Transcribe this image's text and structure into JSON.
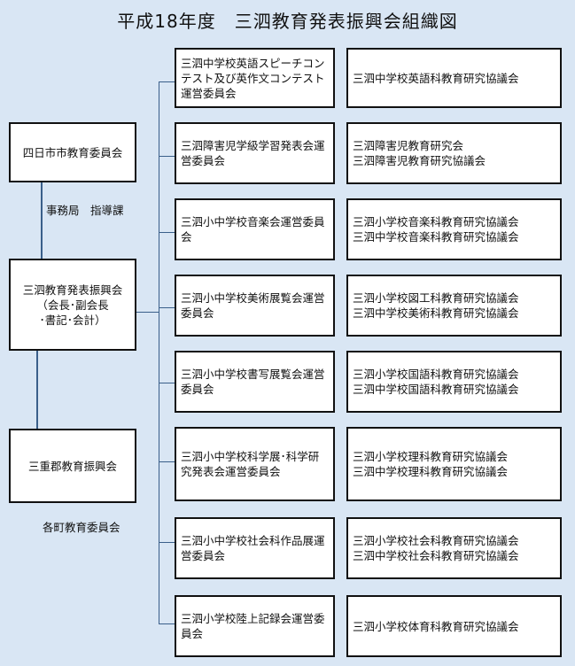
{
  "title": "平成18年度　三泗教育発表振興会組織図",
  "left": {
    "top_box": "四日市市教育委員会",
    "top_note": "事務局　指導課",
    "center_box": "三泗教育発表振興会\n（会長･副会長\n･書記･会計）",
    "bottom_box": "三重郡教育振興会",
    "bottom_note": "各町教育委員会"
  },
  "rows": [
    {
      "committee": "三泗中学校英語スピーチコンテスト及び英作文コンテスト運営委員会",
      "council": "三泗中学校英語科教育研究協議会"
    },
    {
      "committee": "三泗障害児学級学習発表会運営委員会",
      "council": "三泗障害児教育研究会\n三泗障害児教育研究協議会"
    },
    {
      "committee": "三泗小中学校音楽会運営委員会",
      "council": "三泗小学校音楽科教育研究協議会\n三泗中学校音楽科教育研究協議会"
    },
    {
      "committee": "三泗小中学校美術展覧会運営委員会",
      "council": "三泗小学校図工科教育研究協議会\n三泗中学校美術科教育研究協議会"
    },
    {
      "committee": "三泗小中学校書写展覧会運営委員会",
      "council": "三泗小学校国語科教育研究協議会\n三泗中学校国語科教育研究協議会"
    },
    {
      "committee": "三泗小中学校科学展･科学研究発表会運営委員会",
      "council": "三泗小学校理科教育研究協議会\n三泗中学校理科教育研究協議会"
    },
    {
      "committee": "三泗小中学校社会科作品展運営委員会",
      "council": "三泗小学校社会科教育研究協議会\n三泗中学校社会科教育研究協議会"
    },
    {
      "committee": "三泗小学校陸上記録会運営委員会",
      "council": "三泗小学校体育科教育研究協議会"
    }
  ]
}
